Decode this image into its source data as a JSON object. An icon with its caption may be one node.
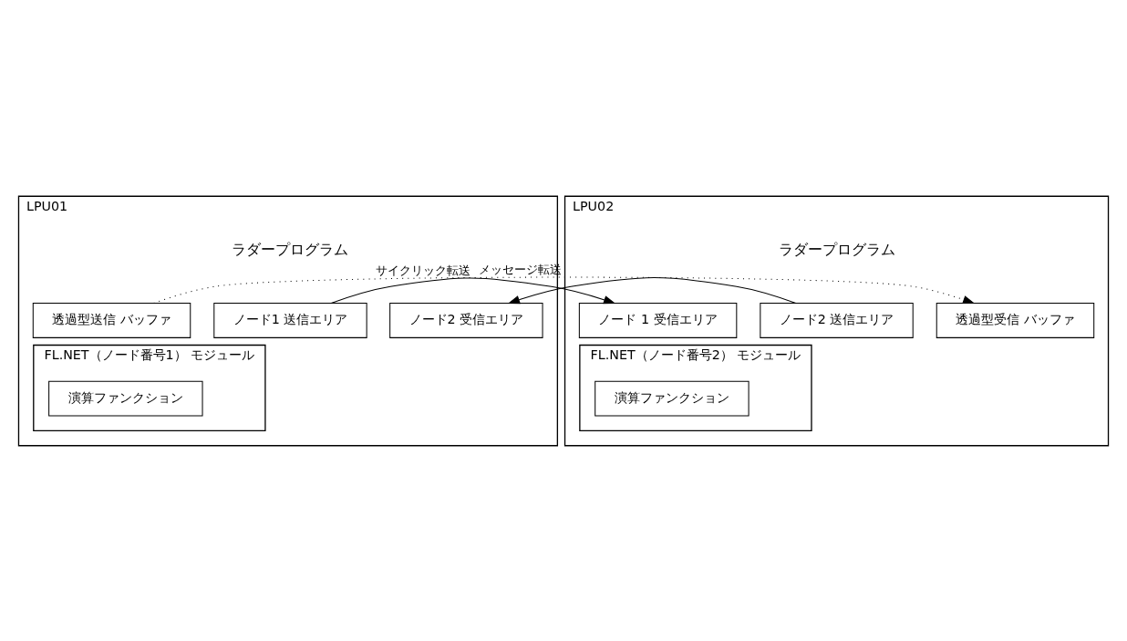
{
  "diagram": {
    "nodes": [
      {
        "text": [
          "LPU01"
        ]
      },
      {
        "text": [
          "透過型送信 バッファ"
        ],
        "in": 0
      },
      {
        "text": [
          "ノード1 送信エリア"
        ],
        "in": 0
      },
      {
        "text": [
          "ノード2 受信エリア"
        ],
        "in": 0
      },
      {
        "text": [
          "FL.NET（ノード番号1） モジュール"
        ],
        "in": 0
      },
      {
        "text": [
          "演算ファンクション"
        ],
        "in": 4
      },
      {
        "text": [
          "LPU02"
        ]
      },
      {
        "text": [
          "ノード 1 受信エリア"
        ],
        "in": 6
      },
      {
        "text": [
          "ノード2 送信エリア"
        ],
        "in": 6
      },
      {
        "text": [
          "透過型受信 バッファ"
        ],
        "in": 6
      },
      {
        "text": [
          "FL.NET（ノード番号2） モジュール"
        ],
        "in": 6
      },
      {
        "text": [
          "演算ファンクション"
        ],
        "in": 10
      }
    ],
    "edges": [
      {
        "from": 2,
        "to": 7,
        "arrow": "to",
        "label": "サイクリック転送"
      },
      {
        "from": 8,
        "to": 3,
        "arrow": "to"
      },
      {
        "from": 1,
        "to": 9,
        "arrow": "to",
        "style": "dashed",
        "label": "メッセージ転送"
      }
    ],
    "labels": [
      "ラダープログラム",
      "ラダープログラム"
    ]
  }
}
